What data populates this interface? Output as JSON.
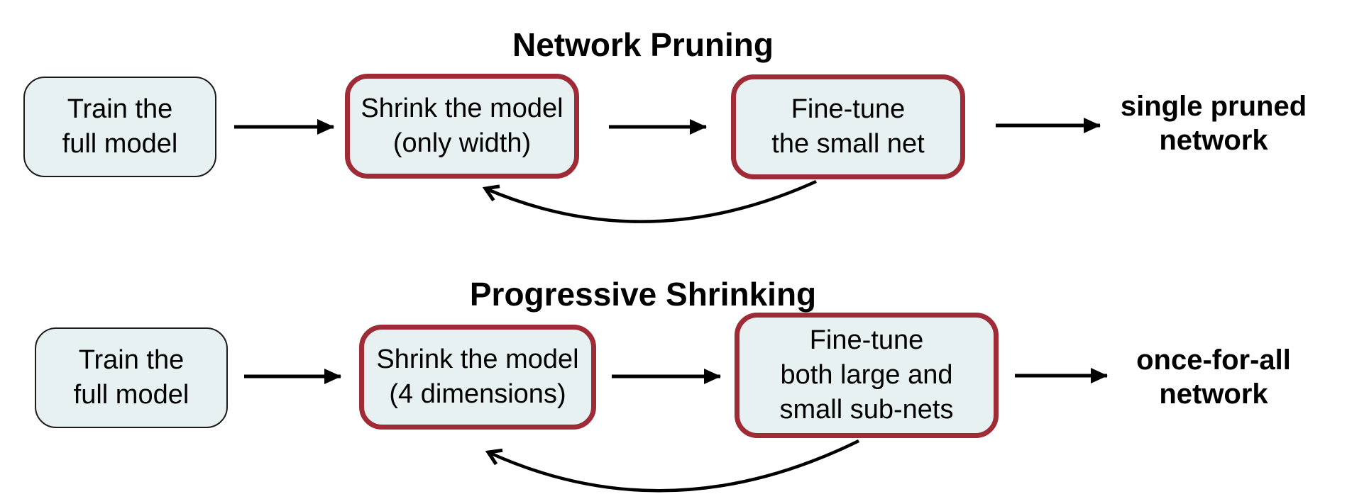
{
  "colors": {
    "background": "#ffffff",
    "box_fill": "#e7f1f2",
    "highlight_border": "#9e2b36",
    "plain_border": "#1b1b1b",
    "arrow": "#000000",
    "text": "#000000"
  },
  "diagrams": [
    {
      "id": "network-pruning",
      "title": "Network Pruning",
      "boxes": [
        {
          "label": "Train the\nfull model",
          "style": "plain"
        },
        {
          "label": "Shrink the model\n(only width)",
          "style": "highlight"
        },
        {
          "label": "Fine-tune\nthe small net",
          "style": "highlight"
        }
      ],
      "output_label": "single pruned\nnetwork",
      "feedback_loop": "from fine-tune box back to shrink box"
    },
    {
      "id": "progressive-shrinking",
      "title": "Progressive Shrinking",
      "boxes": [
        {
          "label": "Train the\nfull model",
          "style": "plain"
        },
        {
          "label": "Shrink the model\n(4 dimensions)",
          "style": "highlight"
        },
        {
          "label": "Fine-tune\nboth large and\nsmall sub-nets",
          "style": "highlight"
        }
      ],
      "output_label": "once-for-all\nnetwork",
      "feedback_loop": "from fine-tune box back to shrink box"
    }
  ]
}
